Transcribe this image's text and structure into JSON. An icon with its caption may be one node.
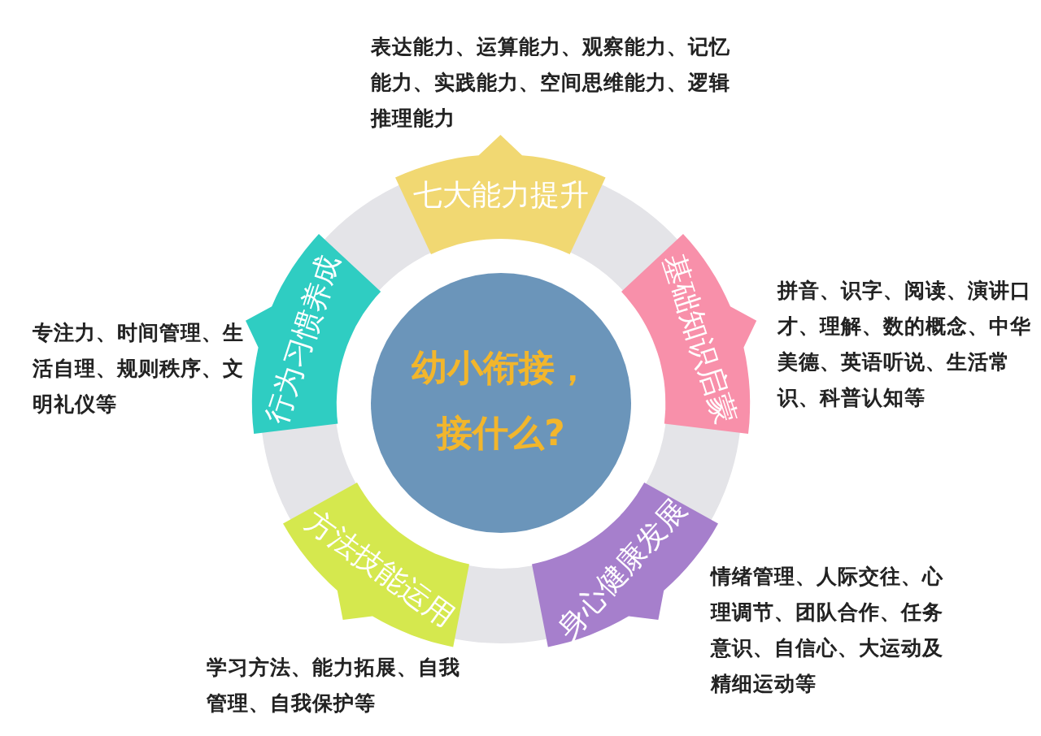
{
  "diagram": {
    "nodes": [
      {
        "text": [
          "幼小衔接，接什么?"
        ]
      },
      {
        "text": [
          "七大能力提升"
        ],
        "beside": [
          "表达能力、运算能力、观察能力、记忆能力、实践能力、空间思维能力、逻辑推理能力"
        ]
      },
      {
        "text": [
          "基础知识启蒙"
        ],
        "beside": [
          "拼音、识字、阅读、演讲口才、理解、数的概念、中华美德、英语听说、生活常识、科普认知等"
        ]
      },
      {
        "text": [
          "身心健康发展"
        ],
        "beside": [
          "情绪管理、人际交往、心理调节、团队合作、任务意识、自信心、大运动及精细运动等"
        ]
      },
      {
        "text": [
          "方法技能运用"
        ],
        "beside": [
          "学习方法、能力拓展、自我管理、自我保护等"
        ]
      },
      {
        "text": [
          "行为习惯养成"
        ],
        "beside": [
          "专注力、时间管理、生活自理、规则秩序、文明礼仪等"
        ]
      }
    ]
  }
}
